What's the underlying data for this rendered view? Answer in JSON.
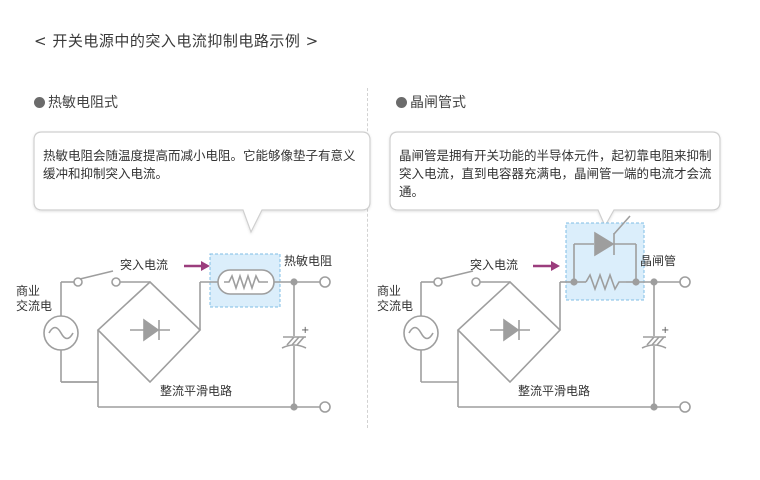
{
  "page_title": "< 开关电源中的突入电流抑制电路示例 >",
  "left": {
    "title": "热敏电阻式",
    "bubble": "热敏电阻会随温度提高而减小电阻。它能够像垫子有意义缓冲和抑制突入电流。",
    "ac_label": "商业\n交流电",
    "inrush_label": "突入电流",
    "component_label": "热敏电阻",
    "rectifier_label": "整流平滑电路"
  },
  "right": {
    "title": "晶闸管式",
    "bubble": "晶闸管是拥有开关功能的半导体元件，起初靠电阻来抑制突入电流，直到电容器充满电，晶闸管一端的电流才会流通。",
    "ac_label": "商业\n交流电",
    "inrush_label": "突入电流",
    "component_label": "晶闸管",
    "rectifier_label": "整流平滑电路"
  },
  "cap_plus": "+",
  "colors": {
    "wire": "#9e9e9e",
    "highlight_fill": "#dbeefb",
    "highlight_border": "#7fbde6",
    "arrow": "#9b3d7d",
    "bubble_border": "#cfcfcf"
  }
}
